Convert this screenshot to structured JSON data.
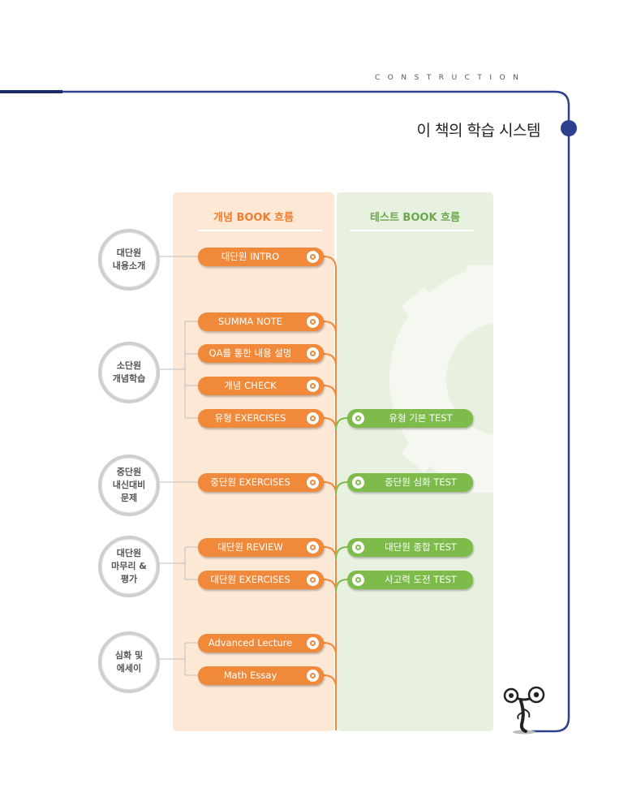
{
  "header": {
    "section_label": "CONSTRUCTION",
    "title": "이 책의 학습 시스템"
  },
  "columns": {
    "concept_title": "개념 BOOK 흐름",
    "test_title": "테스트 BOOK 흐름"
  },
  "stages": [
    {
      "label": "대단원\n내용소개"
    },
    {
      "label": "소단원\n개념학습"
    },
    {
      "label": "중단원\n내신대비\n문제"
    },
    {
      "label": "대단원\n마무리 &\n평가"
    },
    {
      "label": "심화 및\n에세이"
    }
  ],
  "concept_items": [
    {
      "label": "대단원 INTRO"
    },
    {
      "label": "SUMMA NOTE"
    },
    {
      "label": "QA를 통한 내용 설명"
    },
    {
      "label": "개념 CHECK"
    },
    {
      "label": "유형 EXERCISES"
    },
    {
      "label": "중단원 EXERCISES"
    },
    {
      "label": "대단원 REVIEW"
    },
    {
      "label": "대단원 EXERCISES"
    },
    {
      "label": "Advanced Lecture"
    },
    {
      "label": "Math Essay"
    }
  ],
  "test_items": [
    {
      "label": "유형 기본 TEST"
    },
    {
      "label": "중단원 심화 TEST"
    },
    {
      "label": "대단원 종합 TEST"
    },
    {
      "label": "사고력 도전 TEST"
    }
  ],
  "colors": {
    "frame": "#2d3f8f",
    "orange": "#f08a3a",
    "green": "#7dbb4a",
    "concept_bg": "#fde8d6",
    "test_bg": "#e8f1df"
  },
  "icons": {
    "corner_dot": "navy-circle",
    "mascot": "bug-eyed-character",
    "background": "gear-icon"
  }
}
